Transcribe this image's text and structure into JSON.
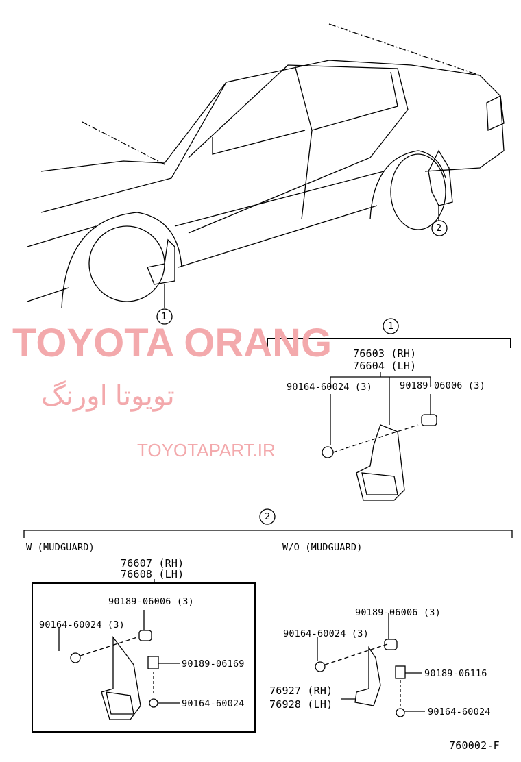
{
  "watermark": {
    "title": "TOYOTA ORANG",
    "persian": "تویوتا اورنگ",
    "site": "TOYOTAPART.IR"
  },
  "callouts": {
    "one": "1",
    "two": "2"
  },
  "group1": {
    "part_rh": "76603 (RH)",
    "part_lh": "76604 (LH)",
    "screw": "90164-60024 (3)",
    "clip": "90189-06006 (3)"
  },
  "group2": {
    "with": {
      "heading": "W (MUDGUARD)",
      "part_rh": "76607 (RH)",
      "part_lh": "76608 (LH)",
      "clip": "90189-06006 (3)",
      "screw": "90164-60024 (3)",
      "nut": "90189-06169",
      "bolt": "90164-60024"
    },
    "without": {
      "heading": "W/O (MUDGUARD)",
      "clip": "90189-06006 (3)",
      "screw": "90164-60024 (3)",
      "nut": "90189-06116",
      "part_rh": "76927 (RH)",
      "part_lh": "76928 (LH)",
      "bolt": "90164-60024"
    }
  },
  "diagram_id": "760002-F"
}
